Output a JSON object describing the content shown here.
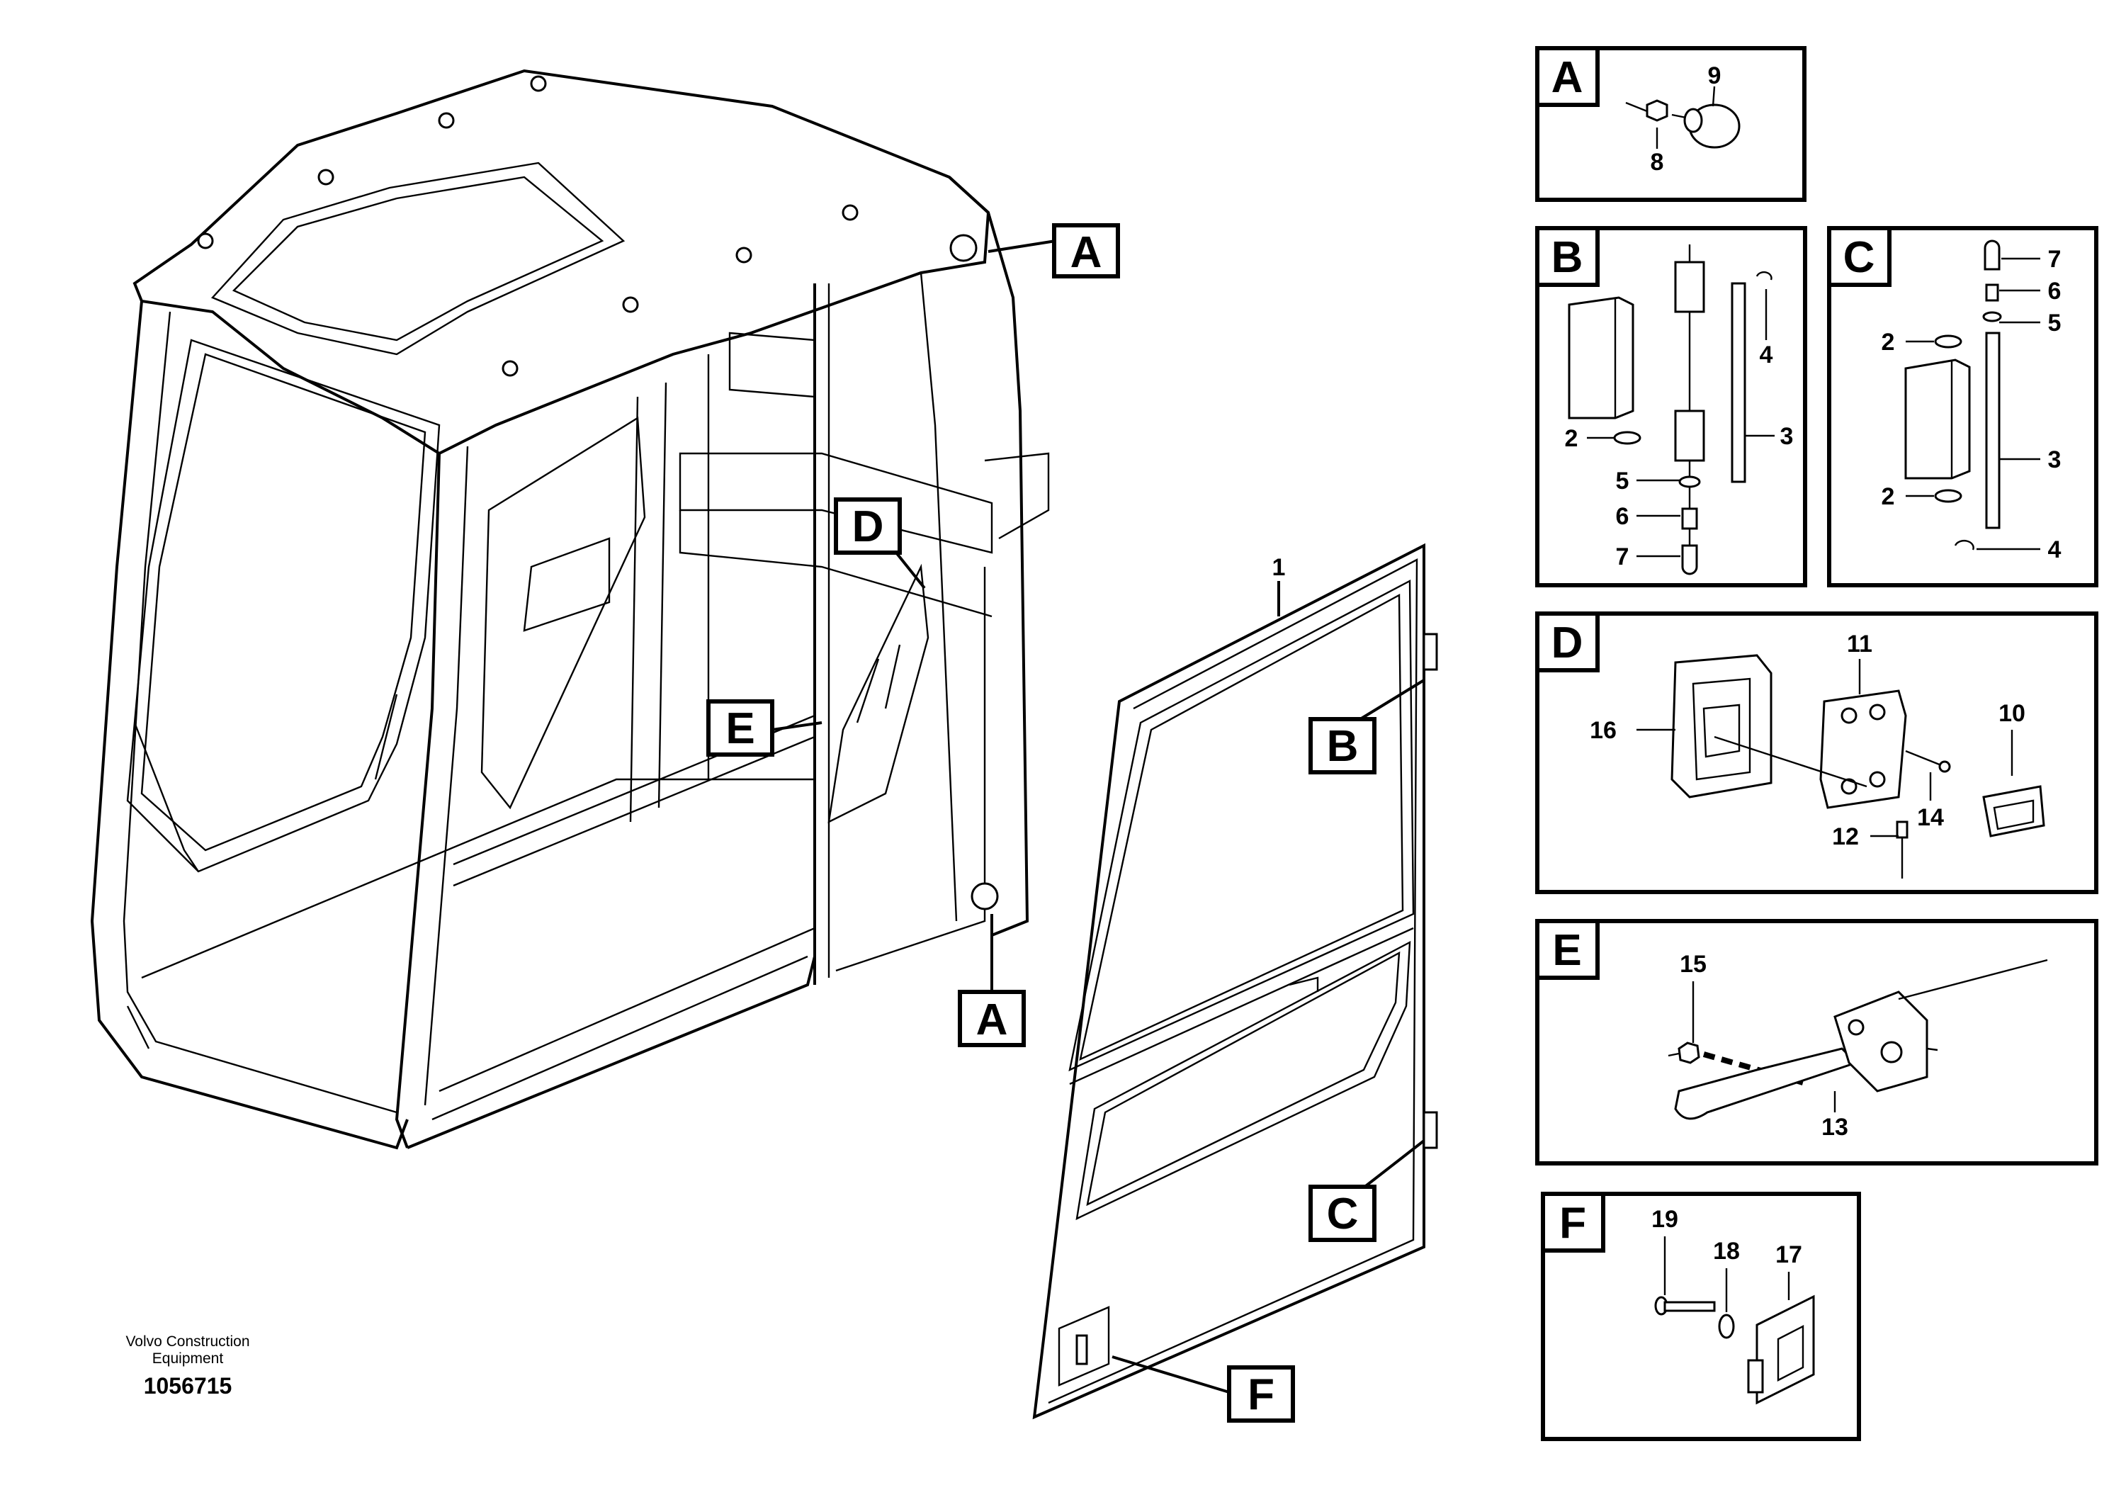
{
  "publisher": {
    "name": "Volvo Construction Equipment",
    "line1": "Volvo Construction",
    "line2": "Equipment",
    "drawing_number": "1056715"
  },
  "main_callouts": {
    "door_part": "1",
    "roof_a": "A",
    "lower_a": "A",
    "hinge_upper": "B",
    "hinge_lower": "C",
    "handle": "D",
    "latch": "E",
    "lock": "F"
  },
  "detail_a": {
    "letter": "A",
    "parts": [
      "9",
      "8"
    ]
  },
  "detail_b": {
    "letter": "B",
    "parts": [
      "4",
      "2",
      "3",
      "5",
      "6",
      "7"
    ]
  },
  "detail_c": {
    "letter": "C",
    "parts": [
      "7",
      "6",
      "5",
      "2",
      "3",
      "2",
      "4"
    ]
  },
  "detail_d": {
    "letter": "D",
    "parts": [
      "11",
      "16",
      "10",
      "12",
      "14"
    ]
  },
  "detail_e": {
    "letter": "E",
    "parts": [
      "15",
      "13"
    ]
  },
  "detail_f": {
    "letter": "F",
    "parts": [
      "19",
      "18",
      "17"
    ]
  }
}
